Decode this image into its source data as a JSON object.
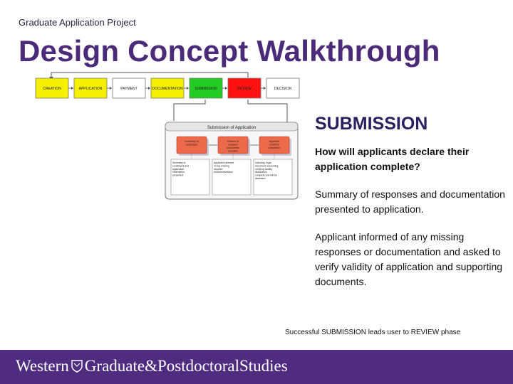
{
  "header": {
    "kicker": "Graduate Application Project",
    "title": "Design Concept Walkthrough"
  },
  "diagram": {
    "phases": [
      {
        "label": "CREATION",
        "color": "#f5f000"
      },
      {
        "label": "APPLICATION",
        "color": "#f5f000"
      },
      {
        "label": "PAYMENT",
        "color": "#ffffff"
      },
      {
        "label": "DOCUMENTATION",
        "color": "#f5f000"
      },
      {
        "label": "SUBMISSION",
        "color": "#22cc22"
      },
      {
        "label": "REVIEW",
        "color": "#ff1111"
      },
      {
        "label": "DECISION",
        "color": "#ffffff"
      }
    ],
    "panel_title": "Submission of Application",
    "steps": [
      {
        "label": "Summary of responses"
      },
      {
        "label": "Review of required documents complete"
      },
      {
        "label": "Applicant confirms completion"
      }
    ],
    "notes": [
      {
        "label": "Summary of constituent and application information presented"
      },
      {
        "label": "Applicant informed of any missing required documents/status"
      },
      {
        "label": "Including: legal document consenting, verifying validity, declaration, complete and will be assessed"
      }
    ]
  },
  "content": {
    "heading": "SUBMISSION",
    "question": "How will applicants declare their application complete?",
    "paragraph1": "Summary of responses and documentation presented to application.",
    "paragraph2": "Applicant informed of any missing responses or documentation and asked to verify validity of application and supporting documents."
  },
  "footnote": "Successful SUBMISSION leads user to REVIEW phase",
  "footer": {
    "part1": "Western",
    "part2": "Graduate&PostdoctoralStudies"
  },
  "colors": {
    "brand_purple": "#4f2c7f",
    "title_purple": "#4b2a79"
  }
}
